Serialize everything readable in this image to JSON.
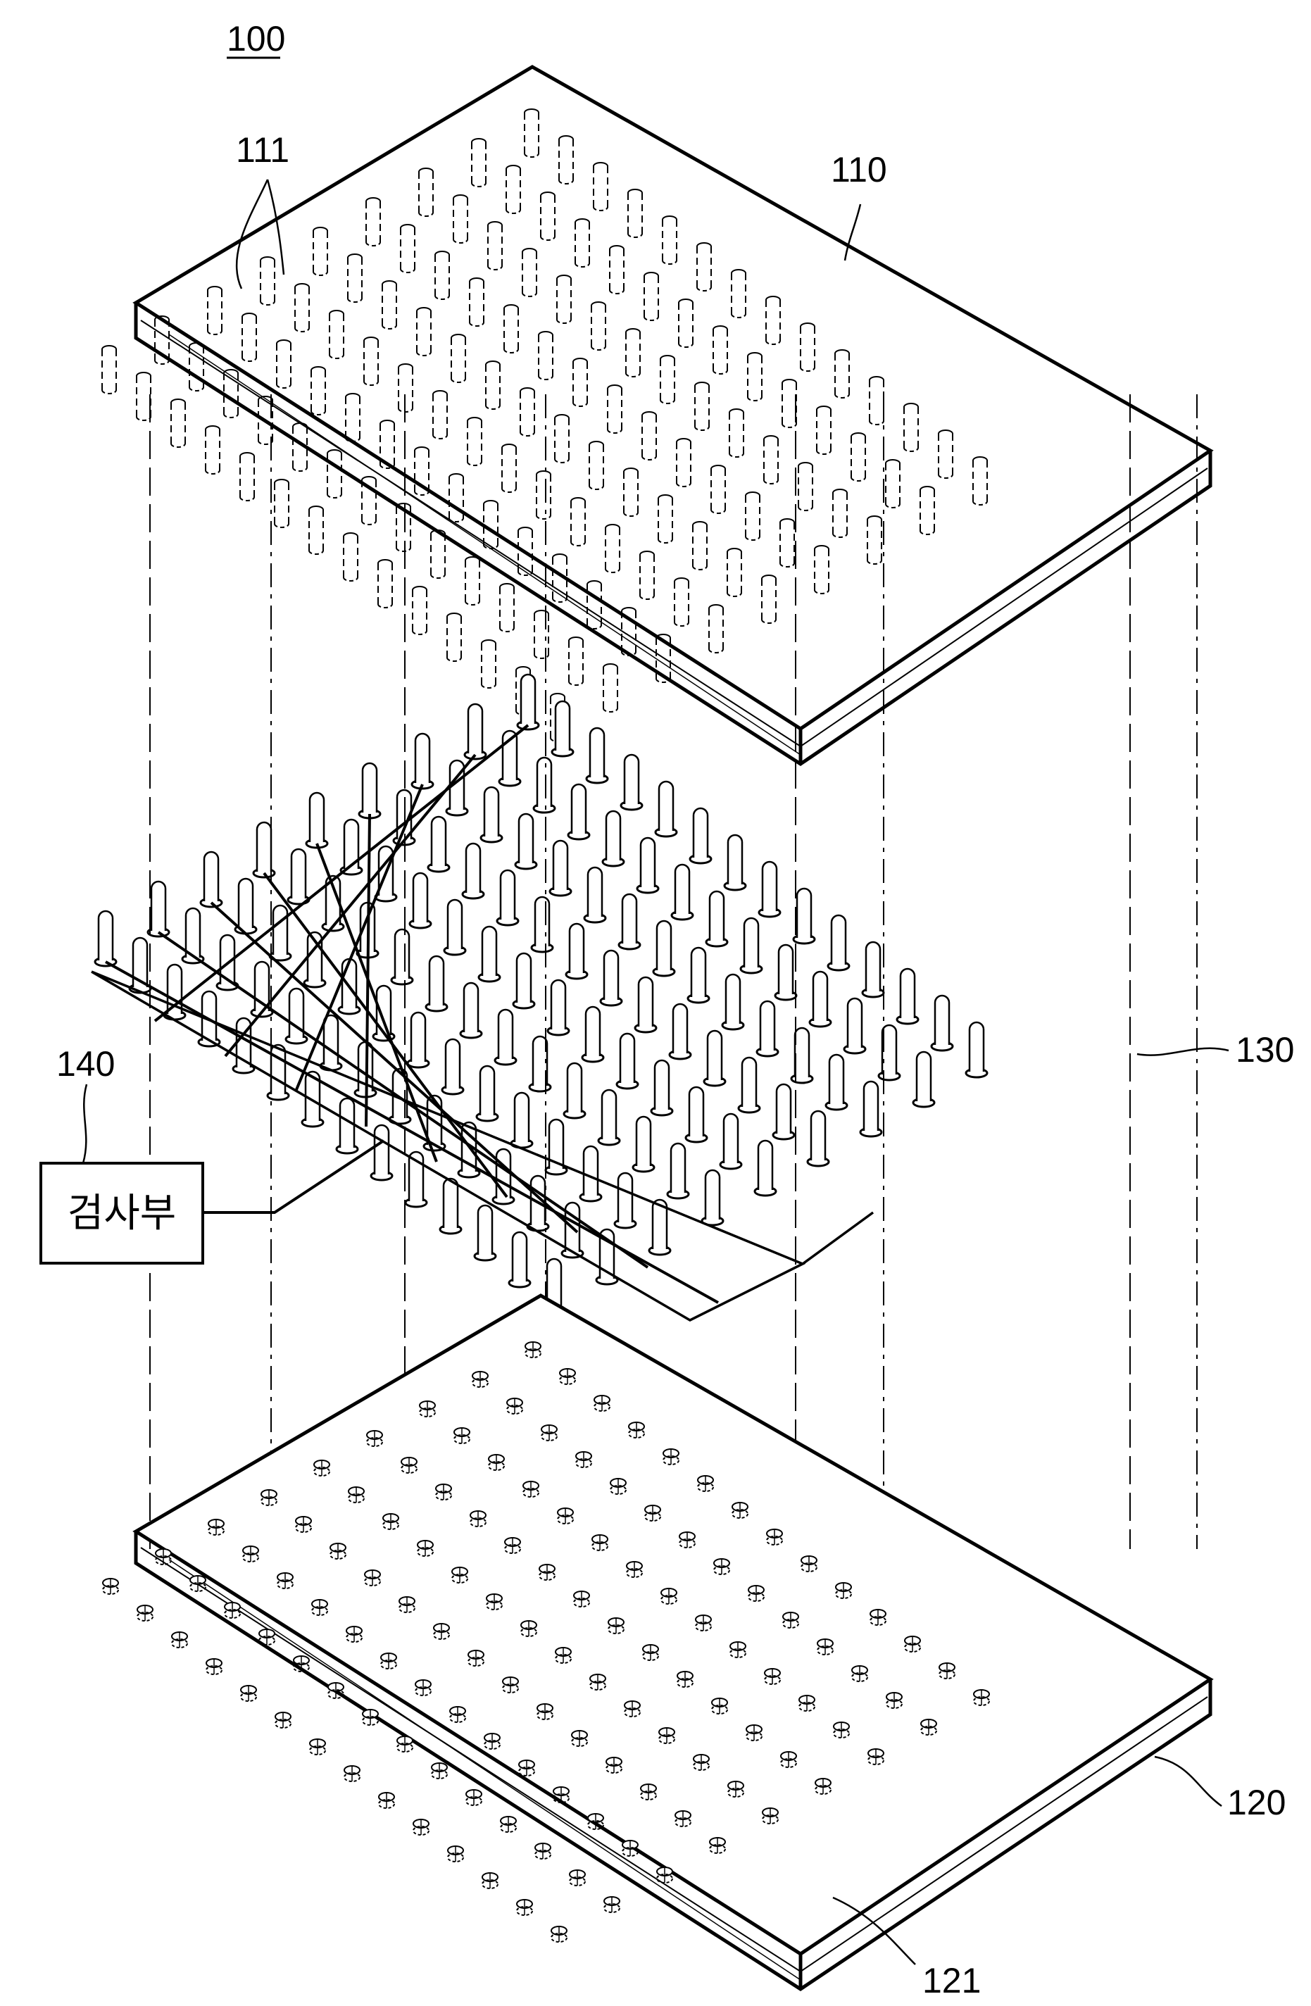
{
  "figure": {
    "assembly_label": "100",
    "upper_plate_label": "110",
    "upper_holes_label": "111",
    "pins_label": "130",
    "inspection_unit_label": "140",
    "inspection_unit_text": "검사부",
    "lower_plate_label": "120",
    "lower_holes_label": "121"
  },
  "colors": {
    "ink": "#000000",
    "paper": "#ffffff"
  }
}
